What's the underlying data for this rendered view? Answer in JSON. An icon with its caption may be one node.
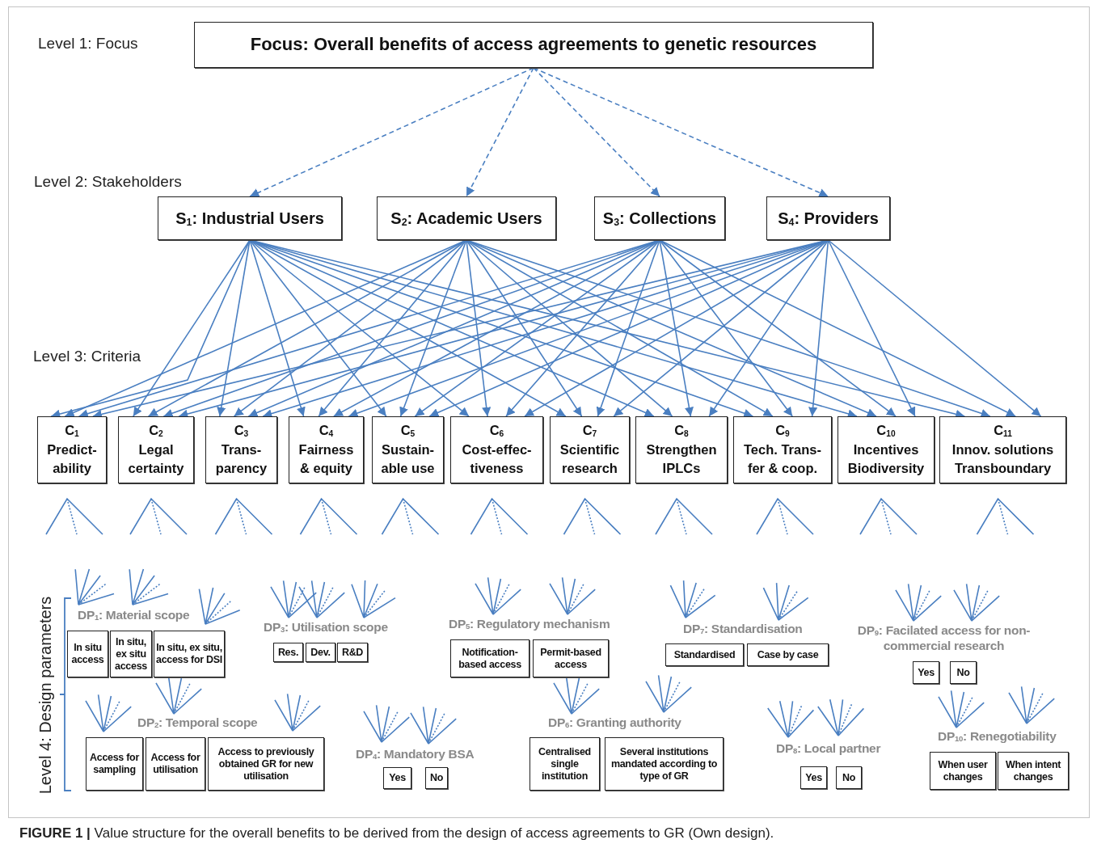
{
  "diagram": {
    "caption": "**FIGURE 1 |** Value structure for the overall benefits to be derived from the design of access agreements to GR (Own design).",
    "nodes": [
      {
        "text": [
          "Focus: Overall benefits of access agreements to genetic resources"
        ]
      },
      {
        "text": [
          "S$_{1}$: Industrial Users"
        ]
      },
      {
        "text": [
          "S$_{2}$: Academic Users"
        ]
      },
      {
        "text": [
          "S$_{3}$: Collections"
        ]
      },
      {
        "text": [
          "S$_{4}$: Providers"
        ]
      },
      {
        "text": [
          "C$_{1}$",
          "Predict- ability"
        ]
      },
      {
        "text": [
          "C$_{2}$",
          "Legal certainty"
        ]
      },
      {
        "text": [
          "C$_{3}$",
          "Trans- parency"
        ]
      },
      {
        "text": [
          "C$_{4}$",
          "Fairness & equity"
        ]
      },
      {
        "text": [
          "C$_{5}$",
          "Sustain- able use"
        ]
      },
      {
        "text": [
          "C$_{6}$",
          "Cost-effec- tiveness"
        ]
      },
      {
        "text": [
          "C$_{7}$",
          "Scientific research"
        ]
      },
      {
        "text": [
          "C$_{8}$",
          "Strengthen IPLCs"
        ]
      },
      {
        "text": [
          "C$_{9}$",
          "Tech. Trans- fer & coop."
        ]
      },
      {
        "text": [
          "C$_{10}$",
          "Incentives Biodiversity"
        ]
      },
      {
        "text": [
          "C$_{11}$",
          "Innov. solutions Transboundary"
        ]
      },
      {
        "text": [
          "In situ access"
        ]
      },
      {
        "text": [
          "In situ, ex situ access"
        ]
      },
      {
        "text": [
          "In situ, ex situ, access for DSI"
        ]
      },
      {
        "text": [
          "Res."
        ]
      },
      {
        "text": [
          "Dev."
        ]
      },
      {
        "text": [
          "R&D"
        ]
      },
      {
        "text": [
          "Notification- based access"
        ]
      },
      {
        "text": [
          "Permit-based access"
        ]
      },
      {
        "text": [
          "Standardised"
        ]
      },
      {
        "text": [
          "Case by case"
        ]
      },
      {
        "text": [
          "Yes"
        ]
      },
      {
        "text": [
          "No"
        ]
      },
      {
        "text": [
          "Access for sampling"
        ]
      },
      {
        "text": [
          "Access for utilisation"
        ]
      },
      {
        "text": [
          "Access to previously obtained GR for new utilisation"
        ]
      },
      {
        "text": [
          "Yes"
        ]
      },
      {
        "text": [
          "No"
        ]
      },
      {
        "text": [
          "Centralised single institution"
        ]
      },
      {
        "text": [
          "Several institutions mandated according to type of GR"
        ]
      },
      {
        "text": [
          "Yes"
        ]
      },
      {
        "text": [
          "No"
        ]
      },
      {
        "text": [
          "When user changes"
        ]
      },
      {
        "text": [
          "When intent changes"
        ]
      }
    ],
    "edges": [
      {
        "from": 0,
        "to": 1,
        "arrow": "to",
        "style": "dashed"
      },
      {
        "from": 0,
        "to": 2,
        "arrow": "to",
        "style": "dashed"
      },
      {
        "from": 0,
        "to": 3,
        "arrow": "to",
        "style": "dashed"
      },
      {
        "from": 0,
        "to": 4,
        "arrow": "to",
        "style": "dashed"
      },
      {
        "from": 1,
        "to": 5,
        "arrow": "to"
      },
      {
        "from": 1,
        "to": 6,
        "arrow": "to"
      },
      {
        "from": 1,
        "to": 7,
        "arrow": "to"
      },
      {
        "from": 1,
        "to": 8,
        "arrow": "to"
      },
      {
        "from": 1,
        "to": 9,
        "arrow": "to"
      },
      {
        "from": 1,
        "to": 10,
        "arrow": "to"
      },
      {
        "from": 1,
        "to": 11,
        "arrow": "to"
      },
      {
        "from": 1,
        "to": 12,
        "arrow": "to"
      },
      {
        "from": 1,
        "to": 13,
        "arrow": "to"
      },
      {
        "from": 1,
        "to": 14,
        "arrow": "to"
      },
      {
        "from": 1,
        "to": 15,
        "arrow": "to"
      },
      {
        "from": 2,
        "to": 5,
        "arrow": "to"
      },
      {
        "from": 2,
        "to": 6,
        "arrow": "to"
      },
      {
        "from": 2,
        "to": 7,
        "arrow": "to"
      },
      {
        "from": 2,
        "to": 8,
        "arrow": "to"
      },
      {
        "from": 2,
        "to": 9,
        "arrow": "to"
      },
      {
        "from": 2,
        "to": 10,
        "arrow": "to"
      },
      {
        "from": 2,
        "to": 11,
        "arrow": "to"
      },
      {
        "from": 2,
        "to": 12,
        "arrow": "to"
      },
      {
        "from": 2,
        "to": 13,
        "arrow": "to"
      },
      {
        "from": 2,
        "to": 14,
        "arrow": "to"
      },
      {
        "from": 2,
        "to": 15,
        "arrow": "to"
      },
      {
        "from": 3,
        "to": 5,
        "arrow": "to"
      },
      {
        "from": 3,
        "to": 6,
        "arrow": "to"
      },
      {
        "from": 3,
        "to": 7,
        "arrow": "to"
      },
      {
        "from": 3,
        "to": 8,
        "arrow": "to"
      },
      {
        "from": 3,
        "to": 9,
        "arrow": "to"
      },
      {
        "from": 3,
        "to": 10,
        "arrow": "to"
      },
      {
        "from": 3,
        "to": 11,
        "arrow": "to"
      },
      {
        "from": 3,
        "to": 12,
        "arrow": "to"
      },
      {
        "from": 3,
        "to": 13,
        "arrow": "to"
      },
      {
        "from": 3,
        "to": 14,
        "arrow": "to"
      },
      {
        "from": 3,
        "to": 15,
        "arrow": "to"
      },
      {
        "from": 4,
        "to": 5,
        "arrow": "to"
      },
      {
        "from": 4,
        "to": 6,
        "arrow": "to"
      },
      {
        "from": 4,
        "to": 7,
        "arrow": "to"
      },
      {
        "from": 4,
        "to": 8,
        "arrow": "to"
      },
      {
        "from": 4,
        "to": 9,
        "arrow": "to"
      },
      {
        "from": 4,
        "to": 10,
        "arrow": "to"
      },
      {
        "from": 4,
        "to": 11,
        "arrow": "to"
      },
      {
        "from": 4,
        "to": 12,
        "arrow": "to"
      },
      {
        "from": 4,
        "to": 13,
        "arrow": "to"
      },
      {
        "from": 4,
        "to": 14,
        "arrow": "to"
      },
      {
        "from": 4,
        "to": 15,
        "arrow": "to"
      }
    ],
    "labels": [
      "Level 1: Focus",
      "Level 2: Stakeholders",
      "Level 3: Criteria",
      "Level 4: Design parameters",
      "DP$_{1}$: Material scope",
      "DP$_{3}$: Utilisation scope",
      "DP$_{5}$: Regulatory mechanism",
      "DP$_{7}$: Standardisation",
      "DP$_{9}$: Facilated access for non-commercial research",
      "DP$_{2}$: Temporal scope",
      "DP$_{4}$: Mandatory BSA",
      "DP$_{6}$: Granting authority",
      "DP$_{8}$: Local partner",
      "DP$_{10}$: Renegotiability"
    ]
  }
}
